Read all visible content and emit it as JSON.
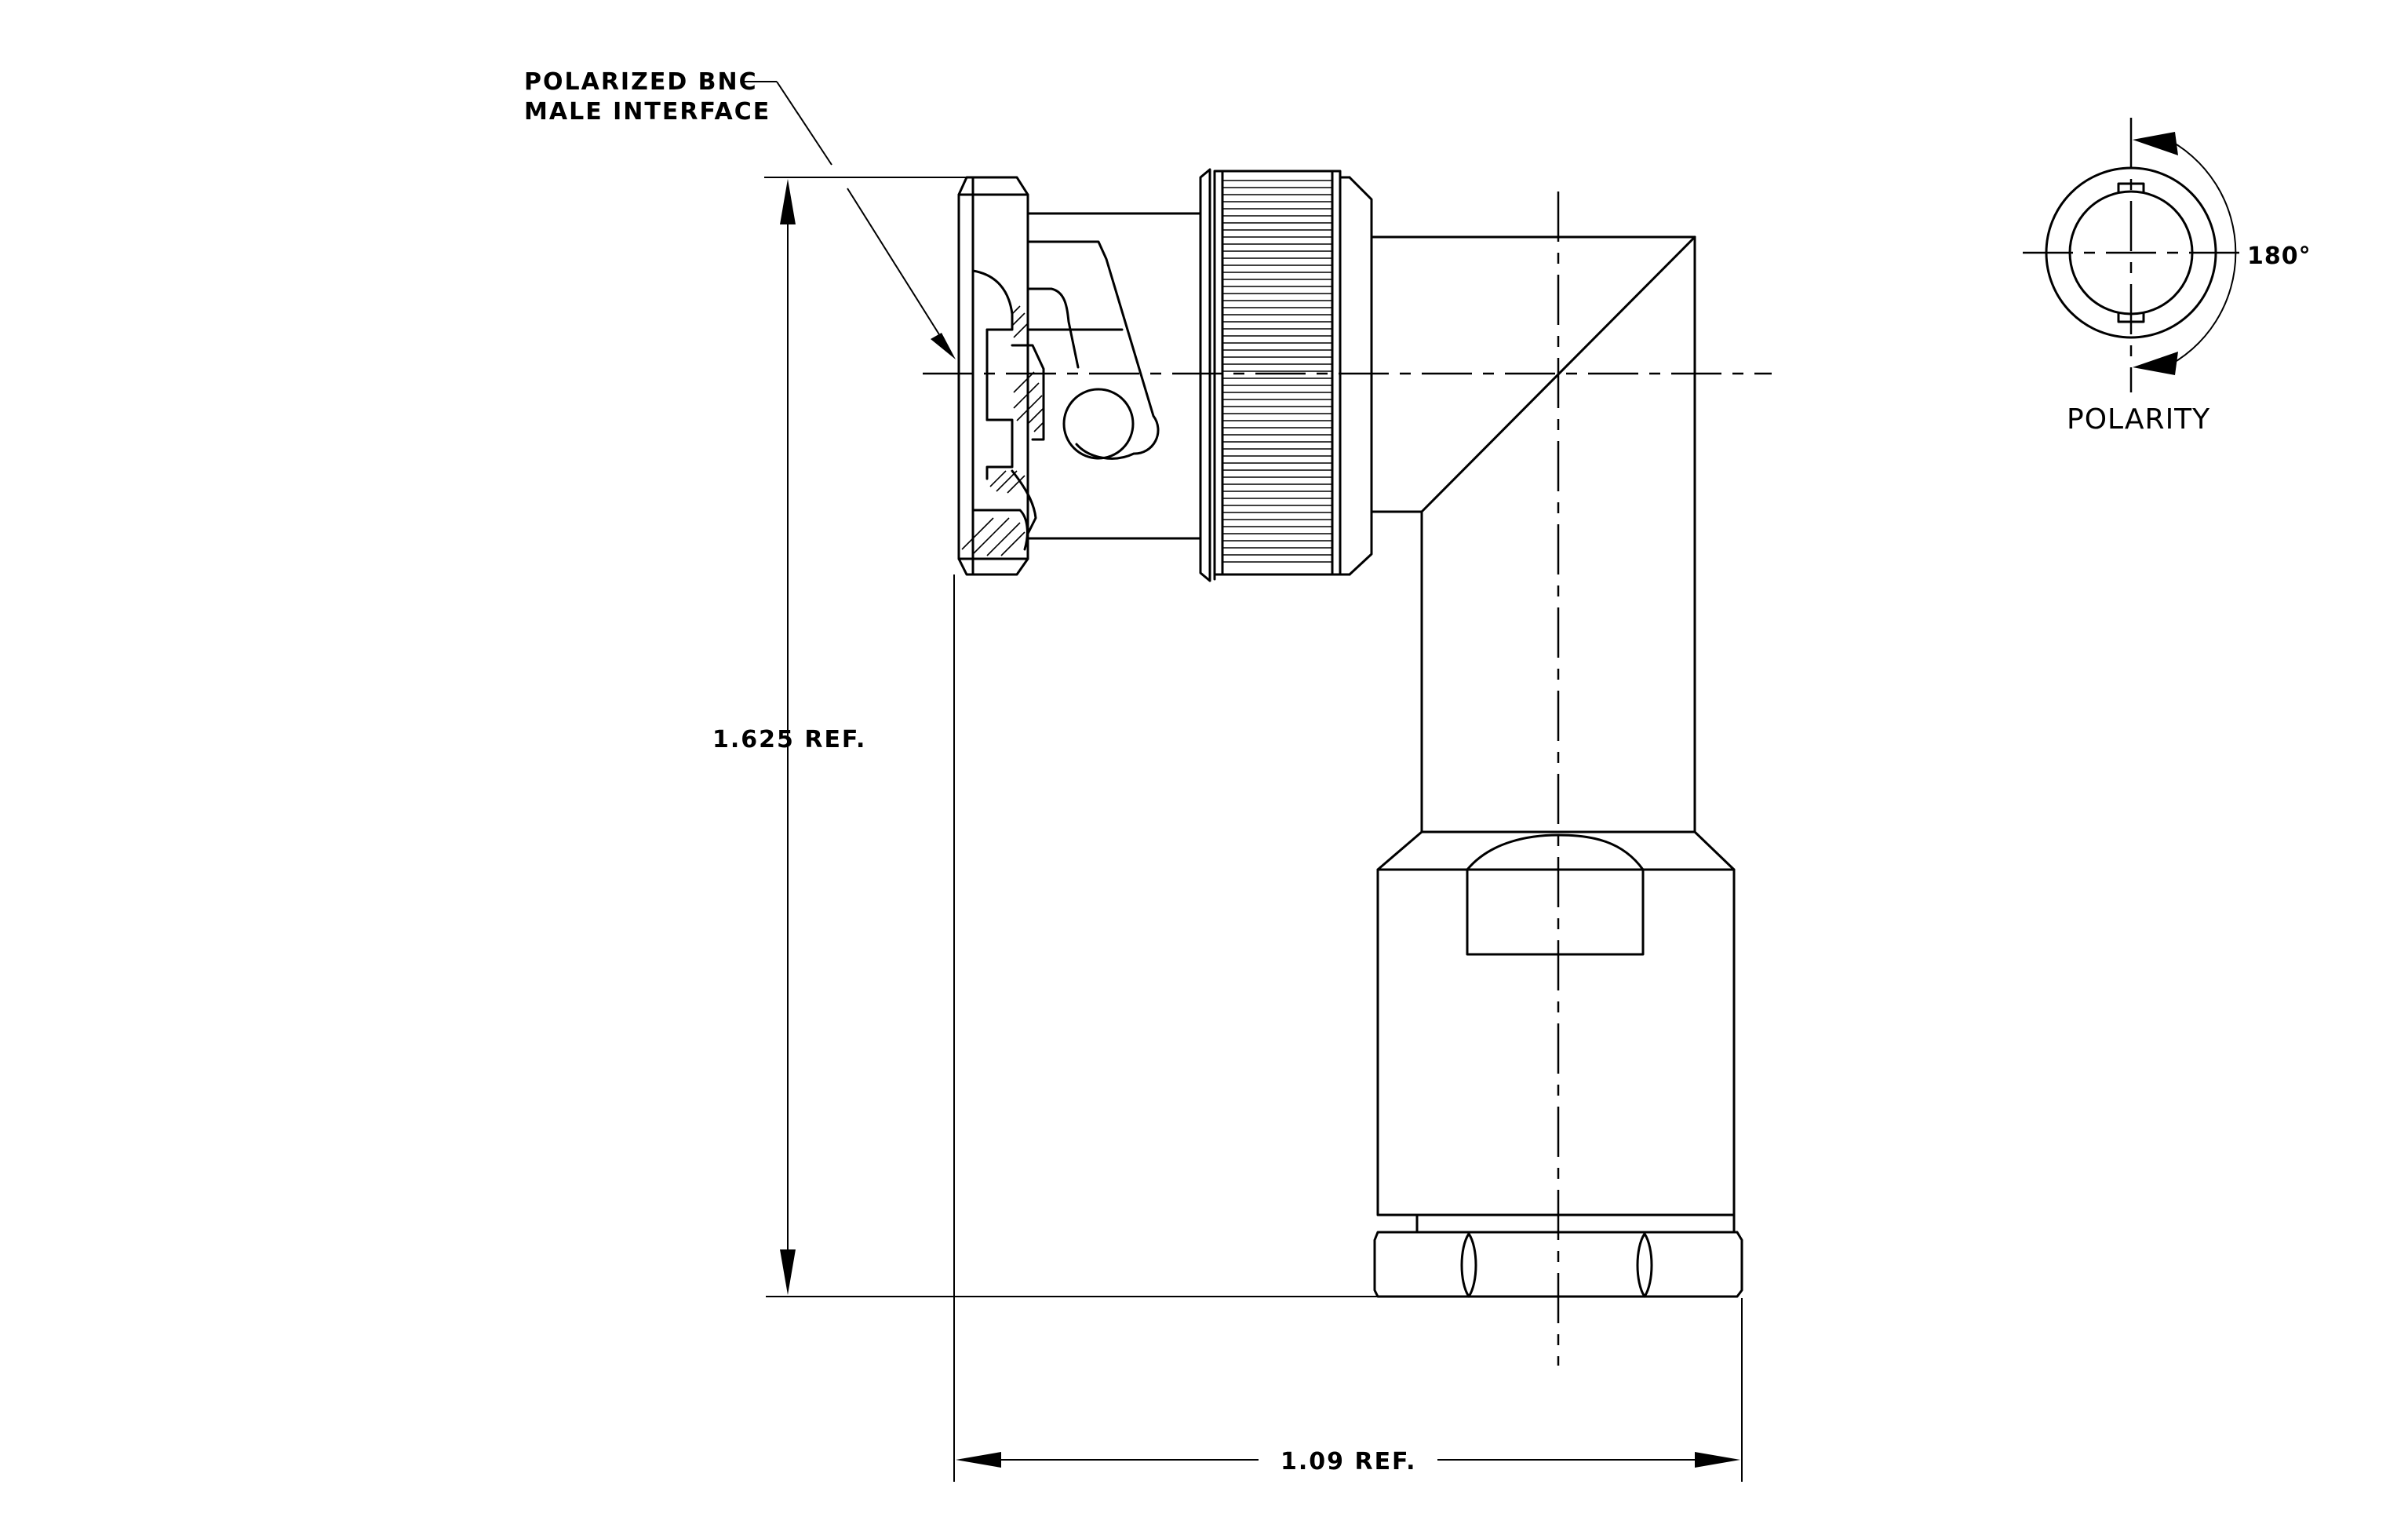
{
  "callout": {
    "line1": "POLARIZED BNC",
    "line2": "MALE INTERFACE"
  },
  "dimensions": {
    "height": "1.625 REF.",
    "width": "1.09 REF."
  },
  "polarity_detail": {
    "angle": "180°",
    "caption": "POLARITY"
  }
}
